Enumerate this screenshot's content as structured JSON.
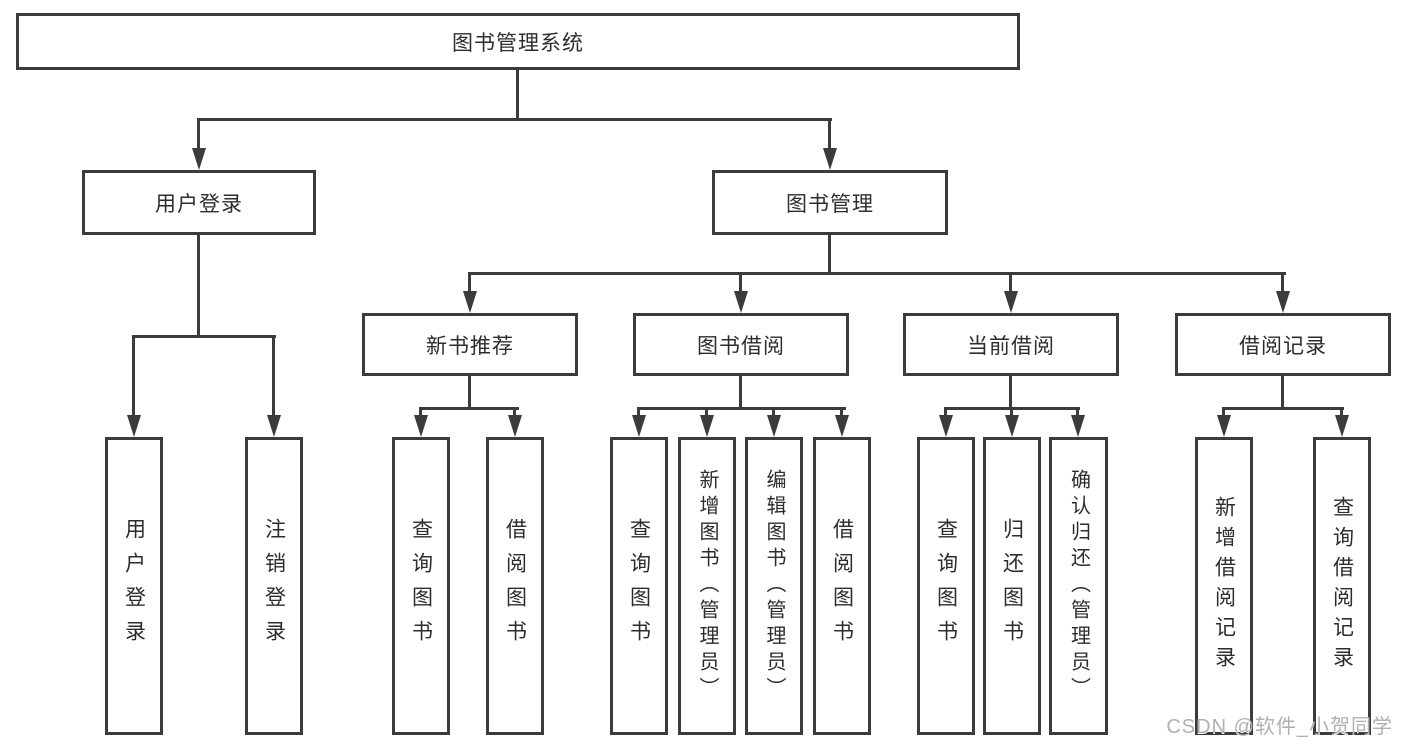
{
  "diagram": {
    "root": {
      "label": "图书管理系统"
    },
    "level2": [
      {
        "label": "用户登录"
      },
      {
        "label": "图书管理"
      }
    ],
    "level3": [
      {
        "label": "新书推荐",
        "parent": "图书管理"
      },
      {
        "label": "图书借阅",
        "parent": "图书管理"
      },
      {
        "label": "当前借阅",
        "parent": "图书管理"
      },
      {
        "label": "借阅记录",
        "parent": "图书管理"
      }
    ],
    "leaves": [
      {
        "label": "用户登录",
        "parent": "用户登录"
      },
      {
        "label": "注销登录",
        "parent": "用户登录"
      },
      {
        "label": "查询图书",
        "parent": "新书推荐"
      },
      {
        "label": "借阅图书",
        "parent": "新书推荐"
      },
      {
        "label": "查询图书",
        "parent": "图书借阅"
      },
      {
        "label": "新增图书（管理员）",
        "parent": "图书借阅"
      },
      {
        "label": "编辑图书（管理员）",
        "parent": "图书借阅"
      },
      {
        "label": "借阅图书",
        "parent": "图书借阅"
      },
      {
        "label": "查询图书",
        "parent": "当前借阅"
      },
      {
        "label": "归还图书",
        "parent": "当前借阅"
      },
      {
        "label": "确认归还（管理员）",
        "parent": "当前借阅"
      },
      {
        "label": "新增借阅记录",
        "parent": "借阅记录"
      },
      {
        "label": "查询借阅记录",
        "parent": "借阅记录"
      }
    ],
    "watermark": "CSDN @软件_小贺同学",
    "colors": {
      "line": "#3b3b3b",
      "text": "#2d2d2d",
      "background": "#ffffff",
      "watermark": "#b0b0b0"
    }
  }
}
